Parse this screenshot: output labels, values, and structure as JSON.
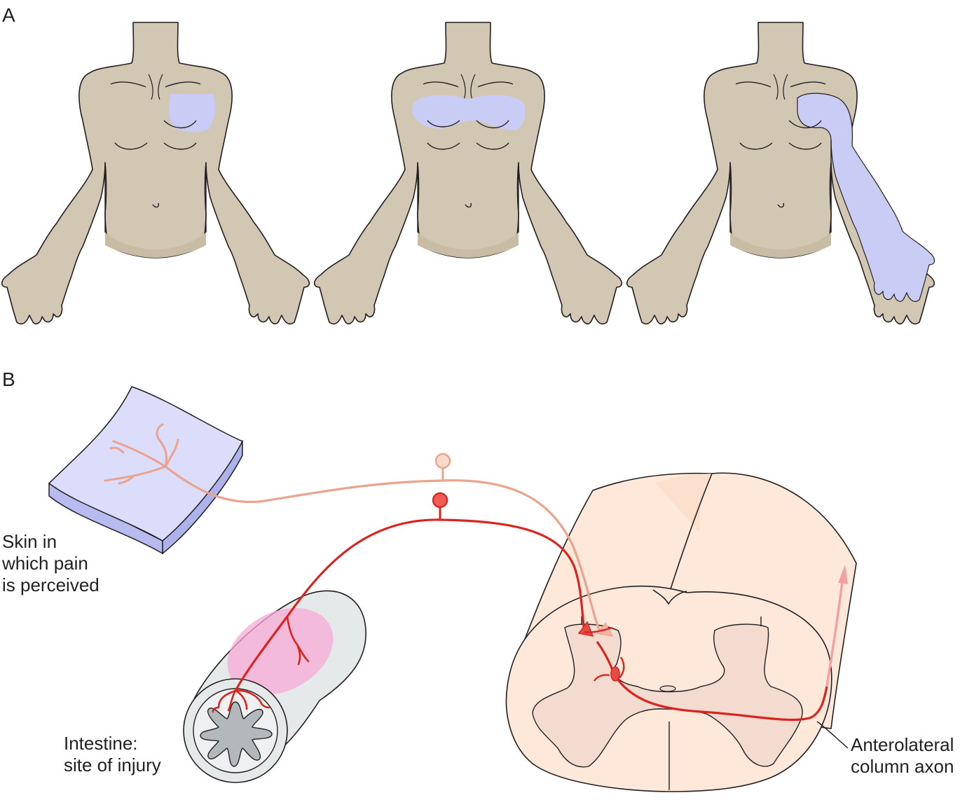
{
  "panels": {
    "a_label": "A",
    "b_label": "B"
  },
  "labels": {
    "skin": [
      "Skin in",
      "which pain",
      "is perceived"
    ],
    "intestine": [
      "Intestine:",
      "site of injury"
    ],
    "axon": [
      "Anterolateral",
      "column axon"
    ]
  },
  "colors": {
    "body": "#d2c7b2",
    "body_shade": "#c8bca5",
    "referred_pain": "#c9cdf6",
    "skin_sheet": "#dcdcfb",
    "skin_afferent": "#eaa38c",
    "visceral_afferent": "#dc241f",
    "injury_glow": "#f7a9d6",
    "intestine": "#e6e9ea",
    "cord": "#fde8da",
    "gray_matter": "#f4dbcf",
    "ascending_arrow": "#f3a0a0"
  }
}
